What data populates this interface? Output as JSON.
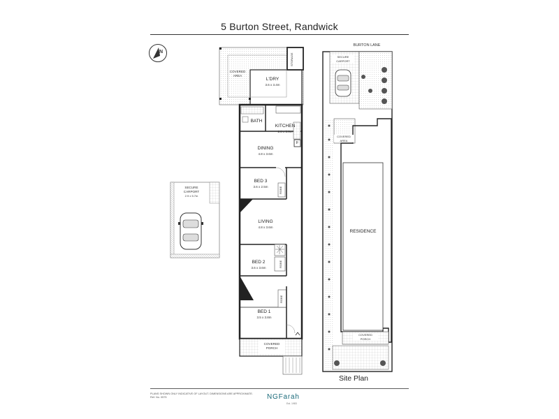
{
  "header": {
    "title": "5 Burton Street, Randwick"
  },
  "compass": {
    "letter": "N",
    "icon": "north-arrow-icon"
  },
  "floor_plan": {
    "covered_area": "COVERED\nAREA",
    "laundry": {
      "name": "L'DRY",
      "dims": "3.6 x 3.4m"
    },
    "storage": "STORAGE",
    "bath": "BATH",
    "kitchen": {
      "name": "KITCHEN",
      "dims": "2.8 x 3.9m"
    },
    "fridge": "F",
    "dining": {
      "name": "DINING",
      "dims": "4.8 x 3.6m"
    },
    "bed3": {
      "name": "BED 3",
      "dims": "3.6 x 2.5m"
    },
    "robe1": "ROBE",
    "living": {
      "name": "LIVING",
      "dims": "4.8 x 3.6m"
    },
    "bed2": {
      "name": "BED 2",
      "dims": "3.6 x 3.6m"
    },
    "robe2": "ROBE",
    "bed1": {
      "name": "BED 1",
      "dims": "3.5 x 3.8m"
    },
    "robe3": "ROBE",
    "covered_porch": "COVERED\nPORCH"
  },
  "carport_plan": {
    "name": "SECURE\nCARPORT",
    "dims": "2.9 x 5.7m"
  },
  "site_plan": {
    "lane": "BURTON LANE",
    "carport": "SECURE\nCARPORT",
    "covered_area": "COVERED\nAREA",
    "residence": "RESIDENCE",
    "covered_porch": "COVERED\nPORCH",
    "label": "Site Plan"
  },
  "footer": {
    "disclaimer": "PLANS SHOWN ONLY INDICATIVE OF LAYOUT. DIMENSIONS ARE APPROXIMATE.\nRef. No. 0575",
    "brand": "NGFarah",
    "brand_sub": "Est. 1983",
    "brand_color": "#1a6a7a"
  }
}
